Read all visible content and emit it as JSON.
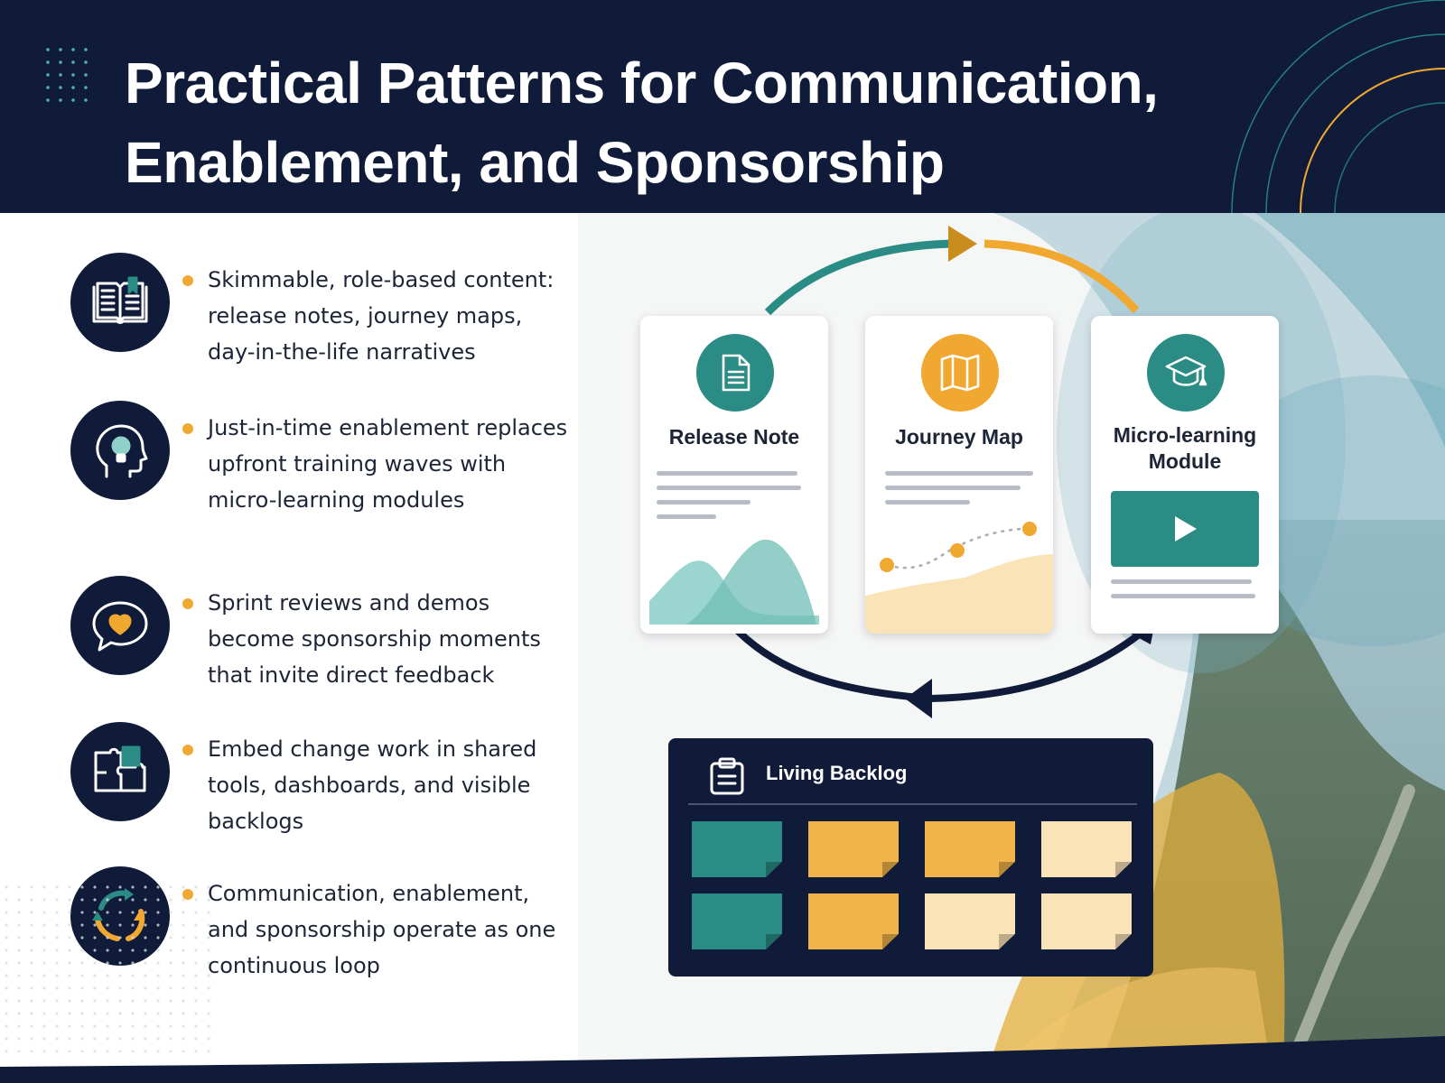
{
  "header": {
    "title_line1": "Practical Patterns for Communication,",
    "title_line2": "Enablement, and Sponsorship"
  },
  "colors": {
    "navy": "#0f1b38",
    "teal": "#2a8c84",
    "gold": "#f0a830",
    "light_teal": "#8fd0cb",
    "cream": "#fbe3b8"
  },
  "left_items": [
    {
      "icon": "open-book-icon",
      "text": "Skimmable, role-based content: release notes, journey maps, day-in-the-life narratives"
    },
    {
      "icon": "head-lightbulb-icon",
      "text": "Just-in-time enablement replaces upfront training waves with micro-learning modules"
    },
    {
      "icon": "speech-bubble-heart-icon",
      "text": "Sprint reviews and demos become sponsorship moments that invite direct feedback"
    },
    {
      "icon": "puzzle-icon",
      "text": "Embed change work in shared tools, dashboards, and visible backlogs"
    },
    {
      "icon": "cycle-arrows-icon",
      "text": "Communication, enablement, and sponsorship operate as one continuous loop"
    }
  ],
  "cards": [
    {
      "title": "Release Note",
      "icon": "document-icon"
    },
    {
      "title": "Journey Map",
      "icon": "map-icon"
    },
    {
      "title": "Micro-learning Module",
      "icon": "graduation-cap-icon"
    }
  ],
  "backlog": {
    "title": "Living Backlog",
    "icon": "clipboard-icon"
  }
}
